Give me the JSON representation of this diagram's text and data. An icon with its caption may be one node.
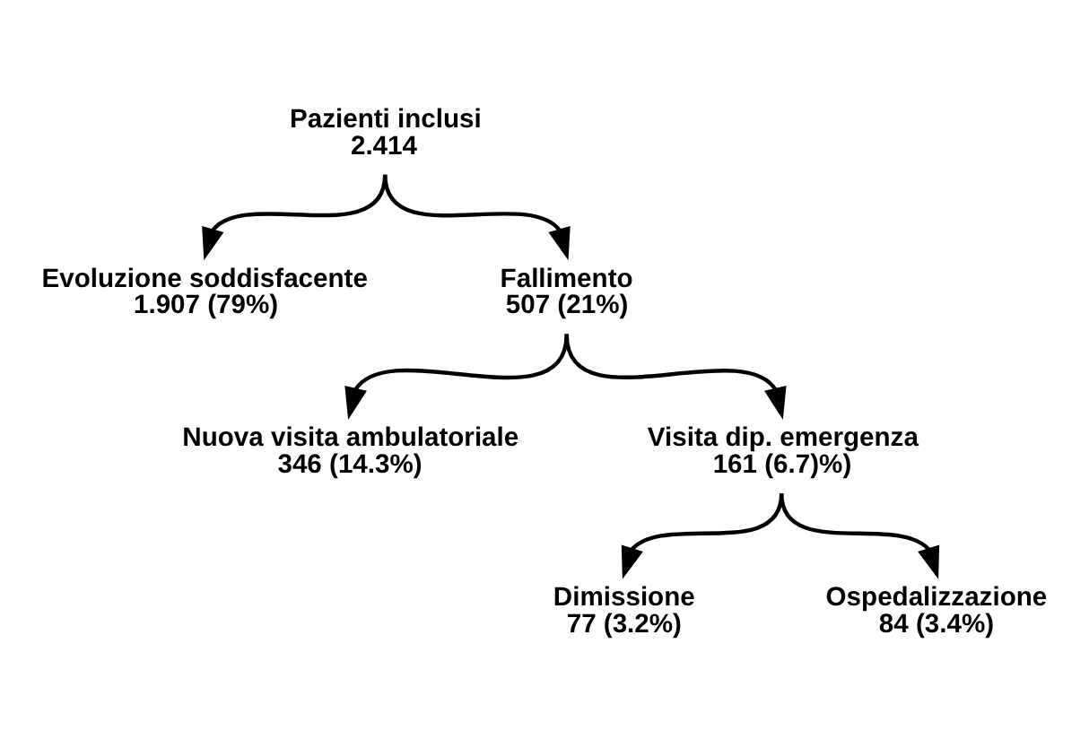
{
  "diagram": {
    "nodes": [
      {
        "text": [
          "Pazienti inclusi",
          "2.414"
        ]
      },
      {
        "text": [
          "Evoluzione soddisfacente",
          "1.907 (79%)"
        ]
      },
      {
        "text": [
          "Fallimento",
          "507 (21%)"
        ]
      },
      {
        "text": [
          "Nuova visita ambulatoriale",
          "346 (14.3%)"
        ]
      },
      {
        "text": [
          "Visita dip. emergenza",
          "161 (6.7)%)"
        ]
      },
      {
        "text": [
          "Dimissione",
          "77 (3.2%)"
        ]
      },
      {
        "text": [
          "Ospedalizzazione",
          "84 (3.4%)"
        ]
      }
    ],
    "edges": [
      {
        "from": 0,
        "to": 1,
        "arrow": "to"
      },
      {
        "from": 0,
        "to": 2,
        "arrow": "to"
      },
      {
        "from": 2,
        "to": 3,
        "arrow": "to"
      },
      {
        "from": 2,
        "to": 4,
        "arrow": "to"
      },
      {
        "from": 4,
        "to": 5,
        "arrow": "to"
      },
      {
        "from": 4,
        "to": 6,
        "arrow": "to"
      }
    ]
  }
}
